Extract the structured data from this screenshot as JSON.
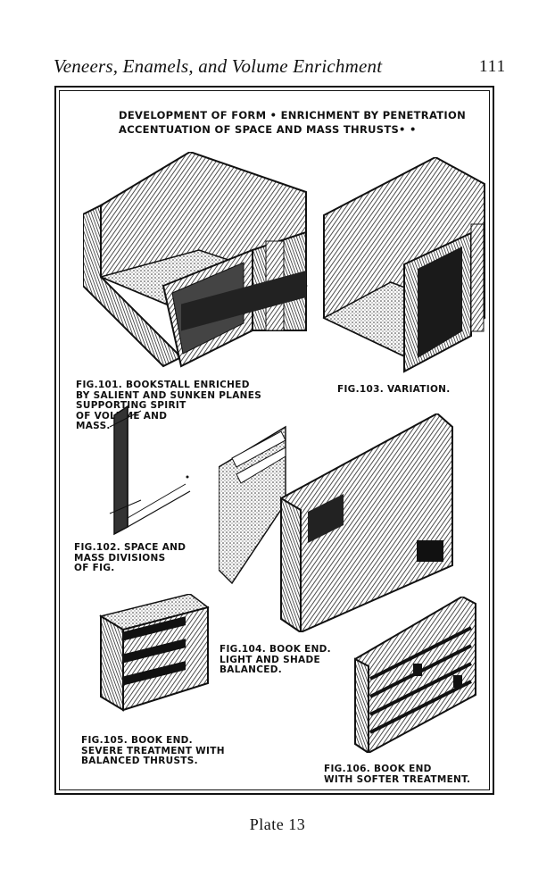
{
  "header": {
    "running_title": "Veneers, Enamels, and Volume Enrichment",
    "page_number": "111"
  },
  "plate": {
    "title_line1": "Development of Form • Enrichment by Penetration",
    "title_line2": "Accentuation of Space and Mass Thrusts• •",
    "figures": {
      "fig101": "Fig.101. Bookstall enriched\nby salient and sunken planes\n           supporting spirit\n           of volume and\n           mass.",
      "fig102": "Fig.102. Space and\nmass divisions\nof fig.",
      "fig103": "Fig.103. Variation.",
      "fig104": "Fig.104. Book end.\nlight and shade\nbalanced.",
      "fig105": "Fig.105.   Book end.\nsevere treatment with\nbalanced   thrusts.",
      "fig106": "Fig.106. Book end\nwith softer treatment."
    }
  },
  "footer": {
    "caption": "Plate 13"
  }
}
